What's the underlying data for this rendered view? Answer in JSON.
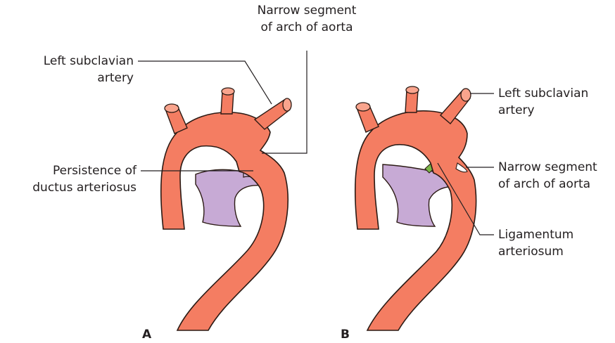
{
  "figure": {
    "panel_a": {
      "letter": "A",
      "labels": {
        "narrow_segment": [
          "Narrow segment",
          "of arch of aorta"
        ],
        "left_subclavian": [
          "Left subclavian",
          "artery"
        ],
        "ductus": [
          "Persistence of",
          "ductus arteriosus"
        ]
      }
    },
    "panel_b": {
      "letter": "B",
      "labels": {
        "left_subclavian": [
          "Left subclavian",
          "artery"
        ],
        "narrow_segment": [
          "Narrow segment",
          "of arch of aorta"
        ],
        "ligamentum": [
          "Ligamentum",
          "arteriosum"
        ]
      }
    }
  },
  "colors": {
    "aorta_fill": "#f47d62",
    "aorta_outline": "#2b1a14",
    "vessel_light": "#f9a48d",
    "pulmonary_fill": "#c7aad5",
    "ductus_fill": "#d3b9de",
    "ligamentum_fill": "#7ab648",
    "leader_line": "#231f20"
  }
}
